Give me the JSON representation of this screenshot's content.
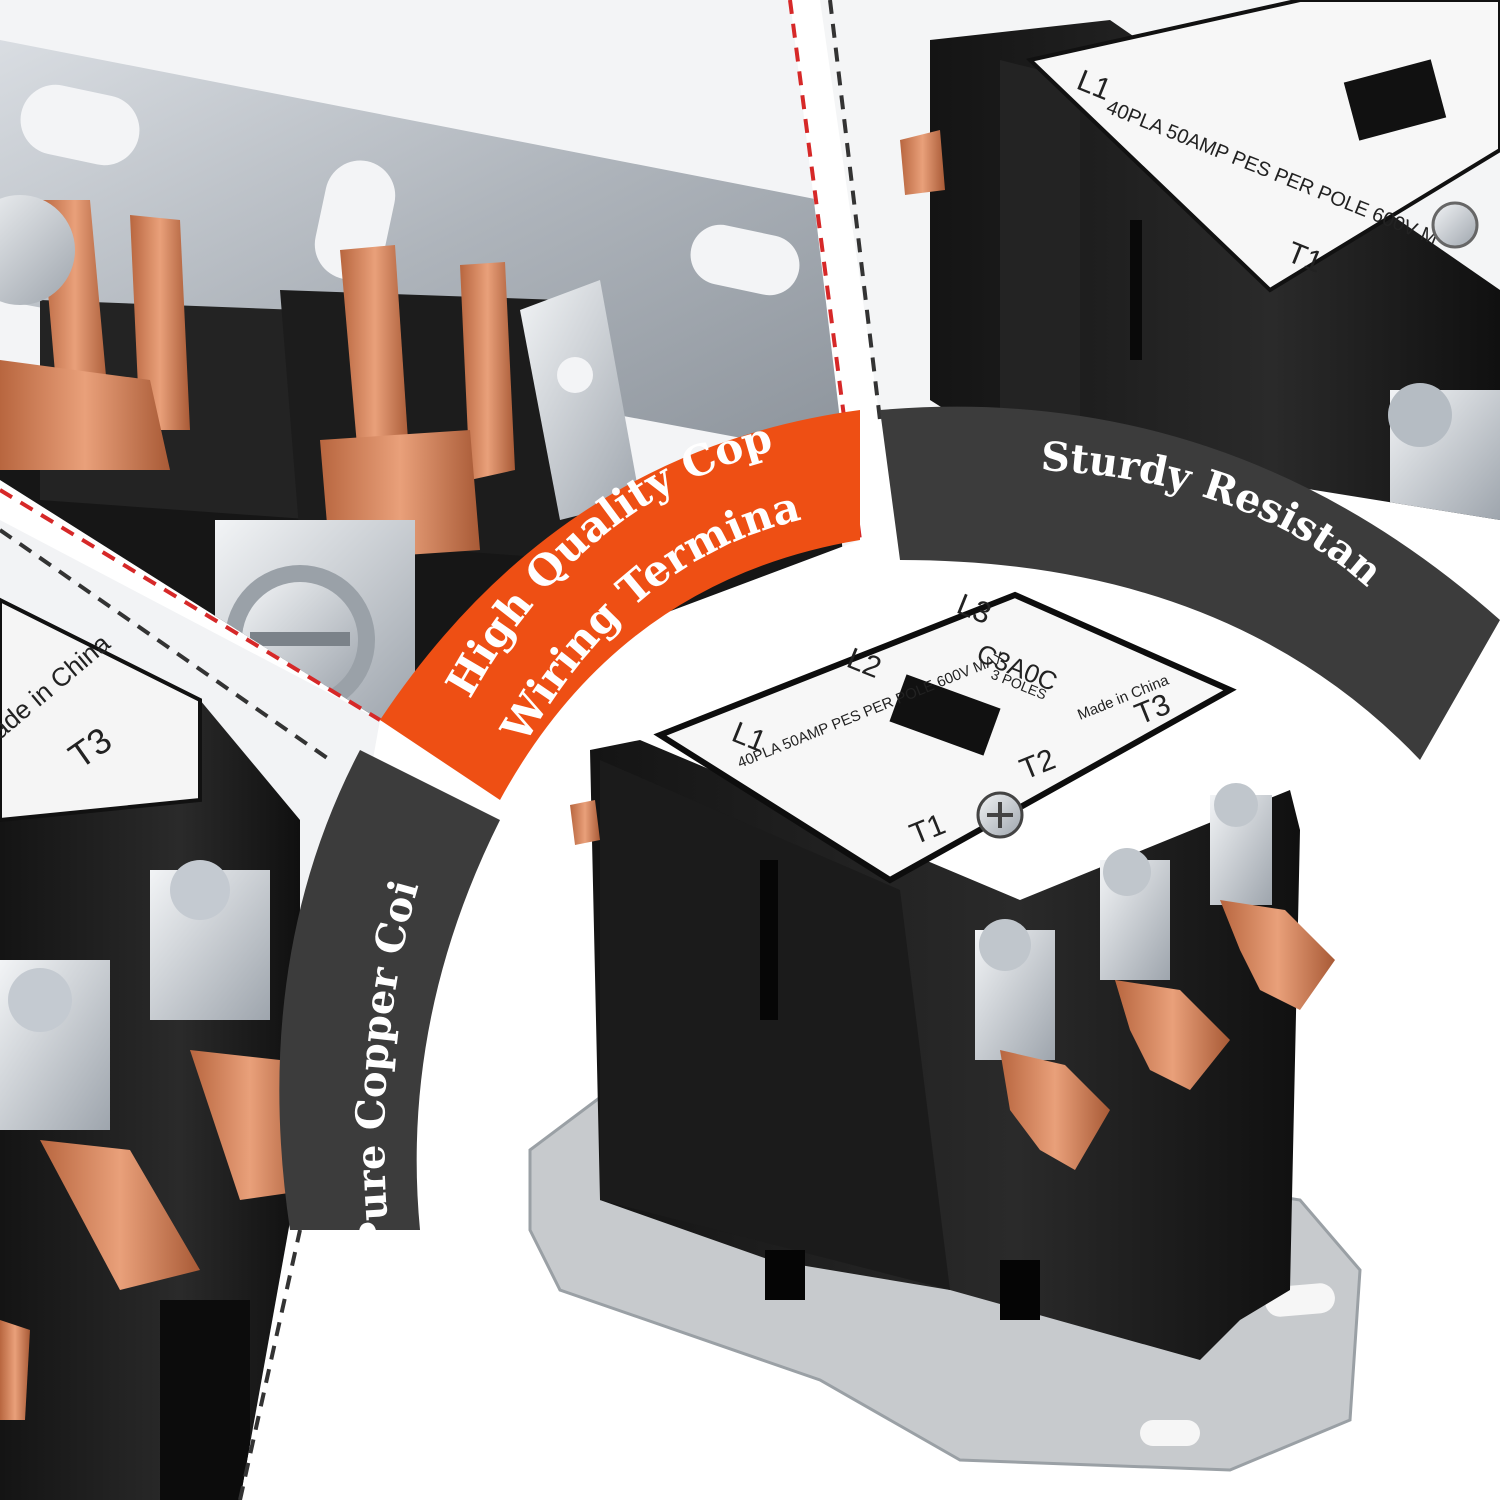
{
  "callouts": {
    "copper_terminal": {
      "line1": "High Quality Copper",
      "line2": "Wiring Terminal",
      "band_color": "#ee4f14"
    },
    "sturdy": {
      "text": "Sturdy Resistant",
      "band_color": "#3c3c3c"
    },
    "coil": {
      "text": "Pure Copper Coil",
      "band_color": "#3c3c3c"
    }
  },
  "product_label": {
    "lines": [
      "L1",
      "L2",
      "L3"
    ],
    "loads": [
      "T1",
      "T2",
      "T3"
    ],
    "model": "C3A0C",
    "poles": "3 POLES",
    "rating": "40PLA 50AMP PES PER POLE 600V MAX",
    "origin": "Made in China"
  },
  "top_right_label": {
    "line": "L1",
    "rating": "40PLA 50AMP PES PER POLE 600V M",
    "load": "T1"
  },
  "left_label": {
    "origin": "ade in China",
    "load": "T3"
  },
  "colors": {
    "accent_orange": "#ee4f14",
    "dark_band": "#3c3c3c",
    "dashed_divider_red": "#d62828",
    "dashed_divider_dark": "#333333",
    "copper": "#d7825a",
    "housing": "#1f1f1f"
  }
}
